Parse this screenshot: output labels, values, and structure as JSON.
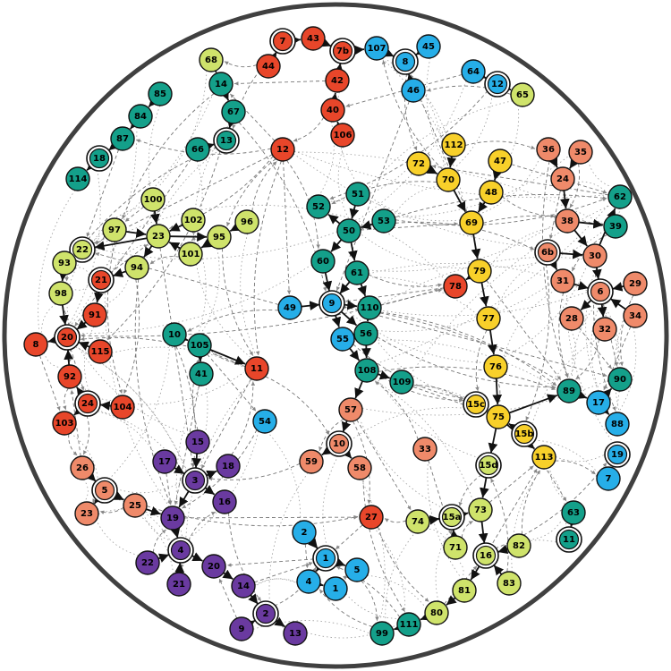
{
  "colors": {
    "red": "#e8462a",
    "salmon": "#ef8a6a",
    "lime": "#cfe36b",
    "yellow": "#f8d02a",
    "teal": "#14a08a",
    "blue": "#26aee8",
    "purple": "#6a3aa0",
    "border": "#404040"
  },
  "nodes": [
    {
      "id": "7",
      "group": "red",
      "ring": true
    },
    {
      "id": "43",
      "group": "red"
    },
    {
      "id": "44",
      "group": "red"
    },
    {
      "id": "7b",
      "group": "red",
      "ring": true
    },
    {
      "id": "107",
      "group": "blue"
    },
    {
      "id": "45",
      "group": "blue"
    },
    {
      "id": "8a",
      "label": "8",
      "group": "blue",
      "ring": true
    },
    {
      "id": "46",
      "group": "blue"
    },
    {
      "id": "42",
      "group": "red"
    },
    {
      "id": "40",
      "group": "red"
    },
    {
      "id": "106",
      "group": "red"
    },
    {
      "id": "64",
      "group": "blue"
    },
    {
      "id": "12a",
      "label": "12",
      "group": "blue",
      "ring": true
    },
    {
      "id": "65",
      "group": "lime"
    },
    {
      "id": "68",
      "group": "lime"
    },
    {
      "id": "14a",
      "label": "14",
      "group": "teal"
    },
    {
      "id": "67",
      "group": "teal"
    },
    {
      "id": "13a",
      "label": "13",
      "group": "teal",
      "ring": true
    },
    {
      "id": "66",
      "group": "teal"
    },
    {
      "id": "85",
      "group": "teal"
    },
    {
      "id": "84",
      "group": "teal"
    },
    {
      "id": "87",
      "group": "teal"
    },
    {
      "id": "18a",
      "label": "18",
      "group": "teal",
      "ring": true
    },
    {
      "id": "114",
      "group": "teal"
    },
    {
      "id": "12b",
      "label": "12",
      "group": "red"
    },
    {
      "id": "112",
      "group": "yellow"
    },
    {
      "id": "72",
      "group": "yellow"
    },
    {
      "id": "70",
      "group": "yellow"
    },
    {
      "id": "47",
      "group": "yellow"
    },
    {
      "id": "48",
      "group": "yellow"
    },
    {
      "id": "69",
      "group": "yellow"
    },
    {
      "id": "36",
      "group": "salmon"
    },
    {
      "id": "35",
      "group": "salmon"
    },
    {
      "id": "24a",
      "label": "24",
      "group": "salmon"
    },
    {
      "id": "62",
      "group": "teal"
    },
    {
      "id": "38",
      "group": "salmon"
    },
    {
      "id": "39",
      "group": "teal"
    },
    {
      "id": "6b",
      "group": "salmon",
      "ring": true
    },
    {
      "id": "30",
      "group": "salmon"
    },
    {
      "id": "31",
      "group": "salmon"
    },
    {
      "id": "6",
      "group": "salmon",
      "ring": true
    },
    {
      "id": "29",
      "group": "salmon"
    },
    {
      "id": "28",
      "group": "salmon"
    },
    {
      "id": "34",
      "group": "salmon"
    },
    {
      "id": "32",
      "group": "salmon"
    },
    {
      "id": "79",
      "group": "yellow"
    },
    {
      "id": "78",
      "group": "red"
    },
    {
      "id": "77",
      "group": "yellow"
    },
    {
      "id": "76",
      "group": "yellow"
    },
    {
      "id": "51",
      "group": "teal"
    },
    {
      "id": "52",
      "group": "teal"
    },
    {
      "id": "50",
      "group": "teal"
    },
    {
      "id": "53",
      "group": "teal"
    },
    {
      "id": "60",
      "group": "teal"
    },
    {
      "id": "61",
      "group": "teal"
    },
    {
      "id": "49",
      "group": "blue"
    },
    {
      "id": "9a",
      "label": "9",
      "group": "blue",
      "ring": true
    },
    {
      "id": "110",
      "group": "teal"
    },
    {
      "id": "56",
      "group": "teal"
    },
    {
      "id": "55",
      "group": "blue"
    },
    {
      "id": "108",
      "group": "teal"
    },
    {
      "id": "109",
      "group": "teal"
    },
    {
      "id": "57",
      "group": "salmon"
    },
    {
      "id": "10a",
      "label": "10",
      "group": "salmon",
      "ring": true
    },
    {
      "id": "59",
      "group": "salmon"
    },
    {
      "id": "58",
      "group": "salmon"
    },
    {
      "id": "33",
      "group": "salmon"
    },
    {
      "id": "54",
      "group": "blue"
    },
    {
      "id": "11a",
      "label": "11",
      "group": "red"
    },
    {
      "id": "100",
      "group": "lime"
    },
    {
      "id": "102",
      "group": "lime"
    },
    {
      "id": "96",
      "group": "lime"
    },
    {
      "id": "97",
      "group": "lime"
    },
    {
      "id": "23a",
      "label": "23",
      "group": "lime"
    },
    {
      "id": "95",
      "group": "lime"
    },
    {
      "id": "22a",
      "label": "22",
      "group": "lime",
      "ring": true
    },
    {
      "id": "101",
      "group": "lime"
    },
    {
      "id": "93",
      "group": "lime"
    },
    {
      "id": "94",
      "group": "lime"
    },
    {
      "id": "21a",
      "label": "21",
      "group": "red",
      "ring": true
    },
    {
      "id": "98",
      "group": "lime"
    },
    {
      "id": "91",
      "group": "red"
    },
    {
      "id": "8b",
      "label": "8",
      "group": "red"
    },
    {
      "id": "20a",
      "label": "20",
      "group": "red",
      "ring": true
    },
    {
      "id": "115",
      "group": "red"
    },
    {
      "id": "92",
      "group": "red"
    },
    {
      "id": "24b",
      "label": "24",
      "group": "red",
      "ring": true
    },
    {
      "id": "104",
      "group": "red"
    },
    {
      "id": "103",
      "group": "red"
    },
    {
      "id": "10b",
      "label": "10",
      "group": "teal"
    },
    {
      "id": "105",
      "group": "teal"
    },
    {
      "id": "41",
      "group": "teal"
    },
    {
      "id": "26",
      "group": "salmon"
    },
    {
      "id": "5a",
      "label": "5",
      "group": "salmon",
      "ring": true
    },
    {
      "id": "23b",
      "label": "23",
      "group": "salmon"
    },
    {
      "id": "25",
      "group": "salmon"
    },
    {
      "id": "15",
      "group": "purple"
    },
    {
      "id": "17a",
      "label": "17",
      "group": "purple"
    },
    {
      "id": "3",
      "group": "purple",
      "ring": true
    },
    {
      "id": "18b",
      "label": "18",
      "group": "purple"
    },
    {
      "id": "16a",
      "label": "16",
      "group": "purple"
    },
    {
      "id": "19a",
      "label": "19",
      "group": "purple"
    },
    {
      "id": "4",
      "group": "purple",
      "ring": true
    },
    {
      "id": "22b",
      "label": "22",
      "group": "purple"
    },
    {
      "id": "20b",
      "label": "20",
      "group": "purple"
    },
    {
      "id": "21b",
      "label": "21",
      "group": "purple"
    },
    {
      "id": "14b",
      "label": "14",
      "group": "purple"
    },
    {
      "id": "2a",
      "label": "2",
      "group": "purple",
      "ring": true
    },
    {
      "id": "9b",
      "label": "9",
      "group": "purple"
    },
    {
      "id": "13b",
      "label": "13",
      "group": "purple"
    },
    {
      "id": "2b",
      "label": "2",
      "group": "blue"
    },
    {
      "id": "1a",
      "label": "1",
      "group": "blue",
      "ring": true
    },
    {
      "id": "5b",
      "label": "5",
      "group": "blue"
    },
    {
      "id": "4b",
      "label": "4",
      "group": "blue"
    },
    {
      "id": "1b",
      "label": "1",
      "group": "blue"
    },
    {
      "id": "27",
      "group": "red"
    },
    {
      "id": "99",
      "group": "teal"
    },
    {
      "id": "111",
      "group": "teal"
    },
    {
      "id": "80",
      "group": "lime"
    },
    {
      "id": "81",
      "group": "lime"
    },
    {
      "id": "83",
      "group": "lime"
    },
    {
      "id": "16b",
      "label": "16",
      "group": "lime",
      "ring": true
    },
    {
      "id": "82",
      "group": "lime"
    },
    {
      "id": "71",
      "group": "lime"
    },
    {
      "id": "74",
      "group": "lime"
    },
    {
      "id": "15a",
      "group": "lime",
      "ring": true
    },
    {
      "id": "73",
      "group": "lime"
    },
    {
      "id": "15d",
      "group": "lime",
      "ring": true
    },
    {
      "id": "75",
      "group": "yellow"
    },
    {
      "id": "15c",
      "group": "yellow",
      "ring": true
    },
    {
      "id": "15b",
      "group": "yellow",
      "ring": true
    },
    {
      "id": "113",
      "group": "yellow"
    },
    {
      "id": "89",
      "group": "teal"
    },
    {
      "id": "90",
      "group": "teal"
    },
    {
      "id": "17b",
      "label": "17",
      "group": "blue"
    },
    {
      "id": "88",
      "group": "blue"
    },
    {
      "id": "19b",
      "label": "19",
      "group": "blue",
      "ring": true
    },
    {
      "id": "7c",
      "label": "7",
      "group": "blue"
    },
    {
      "id": "63",
      "group": "teal"
    },
    {
      "id": "11b",
      "label": "11",
      "group": "teal",
      "ring": true
    }
  ],
  "edges": [
    [
      "44",
      "7"
    ],
    [
      "7",
      "43"
    ],
    [
      "43",
      "7b"
    ],
    [
      "7b",
      "107"
    ],
    [
      "107",
      "8a"
    ],
    [
      "45",
      "8a"
    ],
    [
      "46",
      "8a"
    ],
    [
      "42",
      "7b"
    ],
    [
      "40",
      "42"
    ],
    [
      "106",
      "40"
    ],
    [
      "64",
      "12a"
    ],
    [
      "12a",
      "65"
    ],
    [
      "68",
      "14a"
    ],
    [
      "14a",
      "67"
    ],
    [
      "67",
      "13a"
    ],
    [
      "66",
      "13a"
    ],
    [
      "85",
      "84"
    ],
    [
      "84",
      "87"
    ],
    [
      "87",
      "18a"
    ],
    [
      "18a",
      "114"
    ],
    [
      "72",
      "70"
    ],
    [
      "112",
      "70"
    ],
    [
      "70",
      "69"
    ],
    [
      "47",
      "48"
    ],
    [
      "48",
      "69"
    ],
    [
      "69",
      "79"
    ],
    [
      "79",
      "78"
    ],
    [
      "79",
      "77"
    ],
    [
      "77",
      "76"
    ],
    [
      "76",
      "75"
    ],
    [
      "36",
      "24a"
    ],
    [
      "35",
      "24a"
    ],
    [
      "24a",
      "38"
    ],
    [
      "38",
      "39"
    ],
    [
      "38",
      "30"
    ],
    [
      "30",
      "62"
    ],
    [
      "6b",
      "30"
    ],
    [
      "30",
      "6"
    ],
    [
      "6b",
      "31"
    ],
    [
      "31",
      "6"
    ],
    [
      "29",
      "6"
    ],
    [
      "34",
      "6"
    ],
    [
      "6",
      "28"
    ],
    [
      "6",
      "32"
    ],
    [
      "51",
      "50"
    ],
    [
      "50",
      "52"
    ],
    [
      "53",
      "50"
    ],
    [
      "50",
      "60"
    ],
    [
      "50",
      "61"
    ],
    [
      "60",
      "9a"
    ],
    [
      "61",
      "9a"
    ],
    [
      "61",
      "110"
    ],
    [
      "49",
      "9a"
    ],
    [
      "9a",
      "110"
    ],
    [
      "9a",
      "55"
    ],
    [
      "9a",
      "56"
    ],
    [
      "110",
      "56"
    ],
    [
      "56",
      "108"
    ],
    [
      "55",
      "108"
    ],
    [
      "108",
      "109"
    ],
    [
      "108",
      "57"
    ],
    [
      "57",
      "10a"
    ],
    [
      "10a",
      "59"
    ],
    [
      "10a",
      "58"
    ],
    [
      "100",
      "23a"
    ],
    [
      "102",
      "23a"
    ],
    [
      "96",
      "95"
    ],
    [
      "97",
      "23a"
    ],
    [
      "23a",
      "95"
    ],
    [
      "23a",
      "22a"
    ],
    [
      "95",
      "101"
    ],
    [
      "101",
      "23a"
    ],
    [
      "93",
      "22a"
    ],
    [
      "23a",
      "94"
    ],
    [
      "94",
      "21a"
    ],
    [
      "21a",
      "91"
    ],
    [
      "93",
      "98"
    ],
    [
      "98",
      "20a"
    ],
    [
      "91",
      "20a"
    ],
    [
      "20a",
      "8b"
    ],
    [
      "115",
      "20a"
    ],
    [
      "92",
      "20a"
    ],
    [
      "24b",
      "92"
    ],
    [
      "104",
      "24b"
    ],
    [
      "24b",
      "103"
    ],
    [
      "10b",
      "105"
    ],
    [
      "105",
      "41"
    ],
    [
      "105",
      "11a"
    ],
    [
      "26",
      "5a"
    ],
    [
      "5a",
      "23b"
    ],
    [
      "5a",
      "25"
    ],
    [
      "25",
      "19a"
    ],
    [
      "15",
      "3"
    ],
    [
      "17a",
      "3"
    ],
    [
      "3",
      "18b"
    ],
    [
      "3",
      "16a"
    ],
    [
      "3",
      "19a"
    ],
    [
      "19a",
      "4"
    ],
    [
      "22b",
      "4"
    ],
    [
      "21b",
      "4"
    ],
    [
      "4",
      "20b"
    ],
    [
      "20b",
      "14b"
    ],
    [
      "14b",
      "2a"
    ],
    [
      "9b",
      "2a"
    ],
    [
      "2a",
      "13b"
    ],
    [
      "2b",
      "1a"
    ],
    [
      "1a",
      "5b"
    ],
    [
      "1a",
      "4b"
    ],
    [
      "4b",
      "1b"
    ],
    [
      "111",
      "99"
    ],
    [
      "80",
      "111"
    ],
    [
      "81",
      "80"
    ],
    [
      "16b",
      "81"
    ],
    [
      "83",
      "16b"
    ],
    [
      "82",
      "16b"
    ],
    [
      "73",
      "16b"
    ],
    [
      "71",
      "15a"
    ],
    [
      "15a",
      "73"
    ],
    [
      "74",
      "15a"
    ],
    [
      "15d",
      "73"
    ],
    [
      "75",
      "15d"
    ],
    [
      "15c",
      "75"
    ],
    [
      "15b",
      "75"
    ],
    [
      "75",
      "113"
    ],
    [
      "75",
      "89"
    ],
    [
      "89",
      "17b"
    ],
    [
      "17b",
      "88"
    ],
    [
      "17b",
      "90"
    ],
    [
      "63",
      "11b"
    ]
  ]
}
